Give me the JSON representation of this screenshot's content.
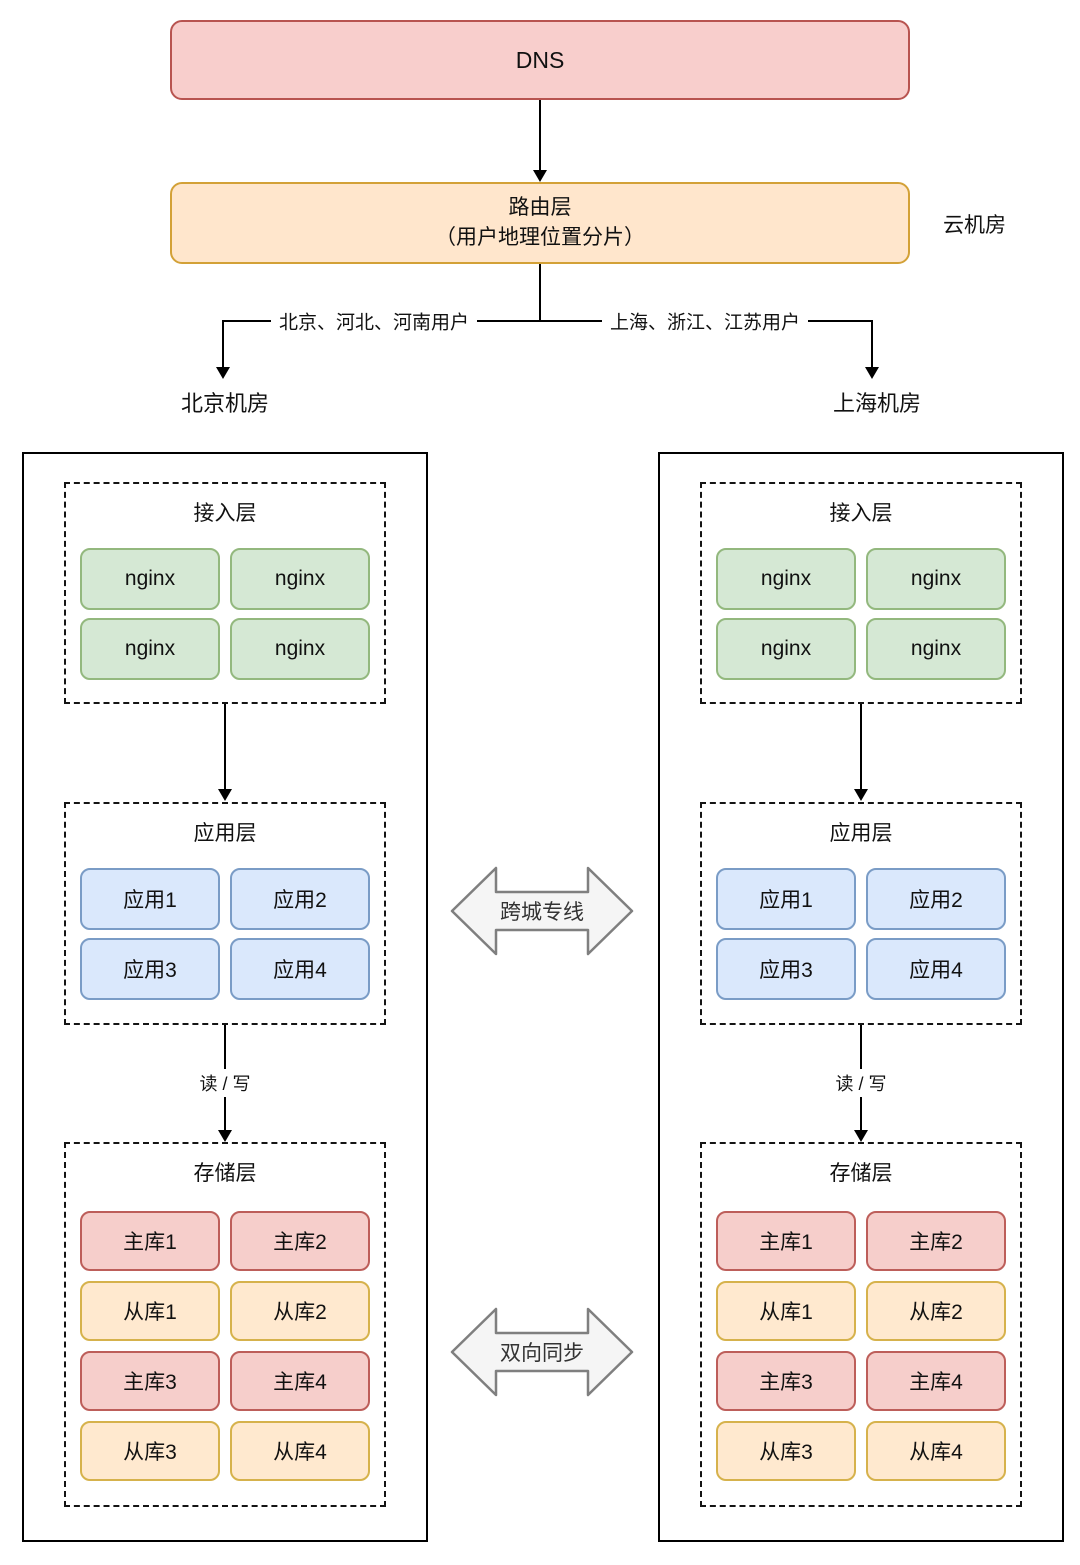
{
  "dns": {
    "label": "DNS"
  },
  "router": {
    "line1": "路由层",
    "line2": "（用户地理位置分片）"
  },
  "labels": {
    "cloud_room": "云机房",
    "branch_left": "北京、河北、河南用户",
    "branch_right": "上海、浙江、江苏用户",
    "dc_left": "北京机房",
    "dc_right": "上海机房",
    "cross_city": "跨城专线",
    "sync": "双向同步",
    "read_write": "读 / 写"
  },
  "datacenters": [
    {
      "name": "北京机房",
      "access": {
        "title": "接入层",
        "nodes": [
          "nginx",
          "nginx",
          "nginx",
          "nginx"
        ]
      },
      "app": {
        "title": "应用层",
        "nodes": [
          "应用1",
          "应用2",
          "应用3",
          "应用4"
        ]
      },
      "storage": {
        "title": "存储层",
        "nodes": [
          {
            "label": "主库1",
            "type": "master"
          },
          {
            "label": "主库2",
            "type": "master"
          },
          {
            "label": "从库1",
            "type": "slave"
          },
          {
            "label": "从库2",
            "type": "slave"
          },
          {
            "label": "主库3",
            "type": "master"
          },
          {
            "label": "主库4",
            "type": "master"
          },
          {
            "label": "从库3",
            "type": "slave"
          },
          {
            "label": "从库4",
            "type": "slave"
          }
        ]
      }
    },
    {
      "name": "上海机房",
      "access": {
        "title": "接入层",
        "nodes": [
          "nginx",
          "nginx",
          "nginx",
          "nginx"
        ]
      },
      "app": {
        "title": "应用层",
        "nodes": [
          "应用1",
          "应用2",
          "应用3",
          "应用4"
        ]
      },
      "storage": {
        "title": "存储层",
        "nodes": [
          {
            "label": "主库1",
            "type": "master"
          },
          {
            "label": "主库2",
            "type": "master"
          },
          {
            "label": "从库1",
            "type": "slave"
          },
          {
            "label": "从库2",
            "type": "slave"
          },
          {
            "label": "主库3",
            "type": "master"
          },
          {
            "label": "主库4",
            "type": "master"
          },
          {
            "label": "从库3",
            "type": "slave"
          },
          {
            "label": "从库4",
            "type": "slave"
          }
        ]
      }
    }
  ],
  "colors": {
    "dns_fill": "#f8cecc",
    "dns_border": "#b85450",
    "router_fill": "#ffe6cc",
    "router_border": "#d3a137",
    "nginx_fill": "#d5e8d4",
    "nginx_border": "#93b87e",
    "app_fill": "#dae8fc",
    "app_border": "#7a9cc6",
    "master_fill": "#f6cecb",
    "master_border": "#bd5e5a",
    "slave_fill": "#ffe9cf",
    "slave_border": "#d6b24c",
    "big_arrow_fill": "#f5f5f5",
    "big_arrow_border": "#7f7f7f",
    "line_color": "#000000"
  }
}
